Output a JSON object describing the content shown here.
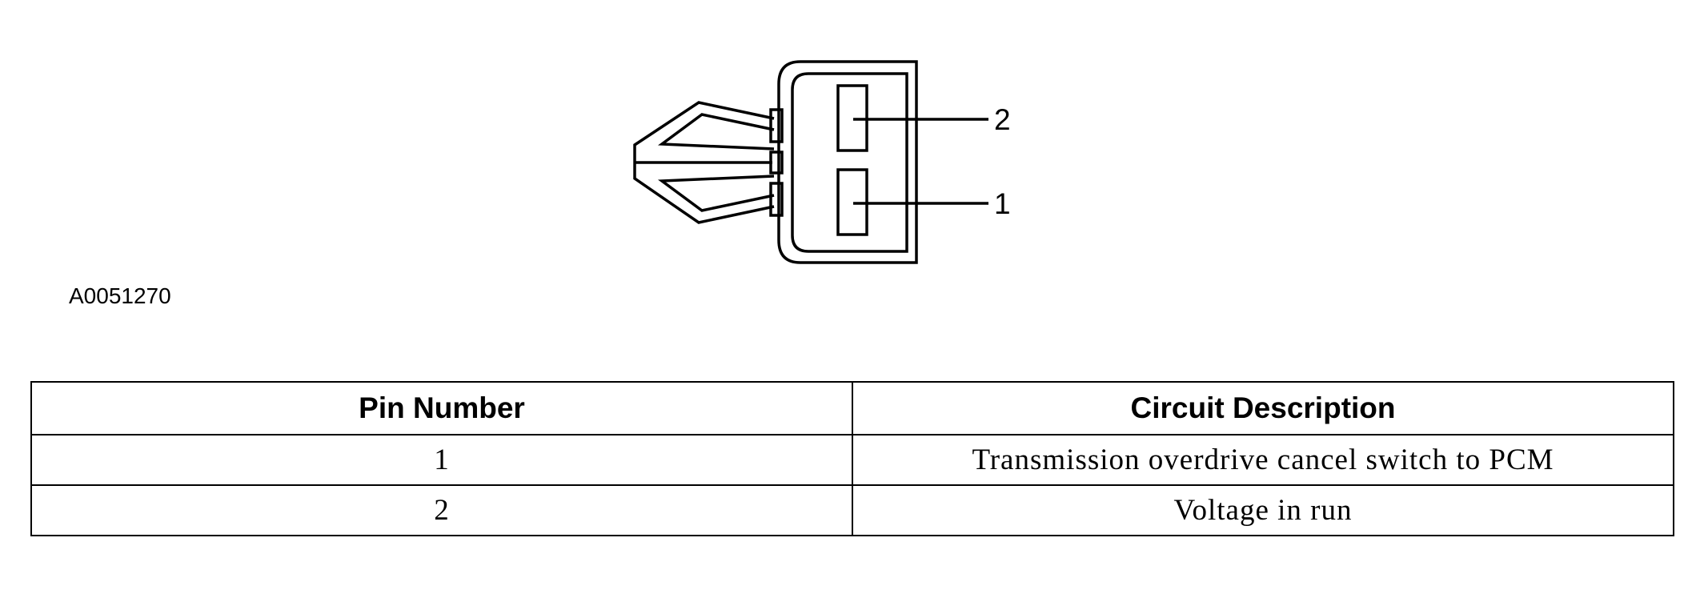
{
  "diagram": {
    "pins": [
      {
        "label": "2"
      },
      {
        "label": "1"
      }
    ],
    "figure_id": "A0051270"
  },
  "table": {
    "headers": [
      "Pin Number",
      "Circuit Description"
    ],
    "rows": [
      {
        "pin": "1",
        "description": "Transmission overdrive cancel switch to PCM"
      },
      {
        "pin": "2",
        "description": "Voltage in run"
      }
    ]
  }
}
